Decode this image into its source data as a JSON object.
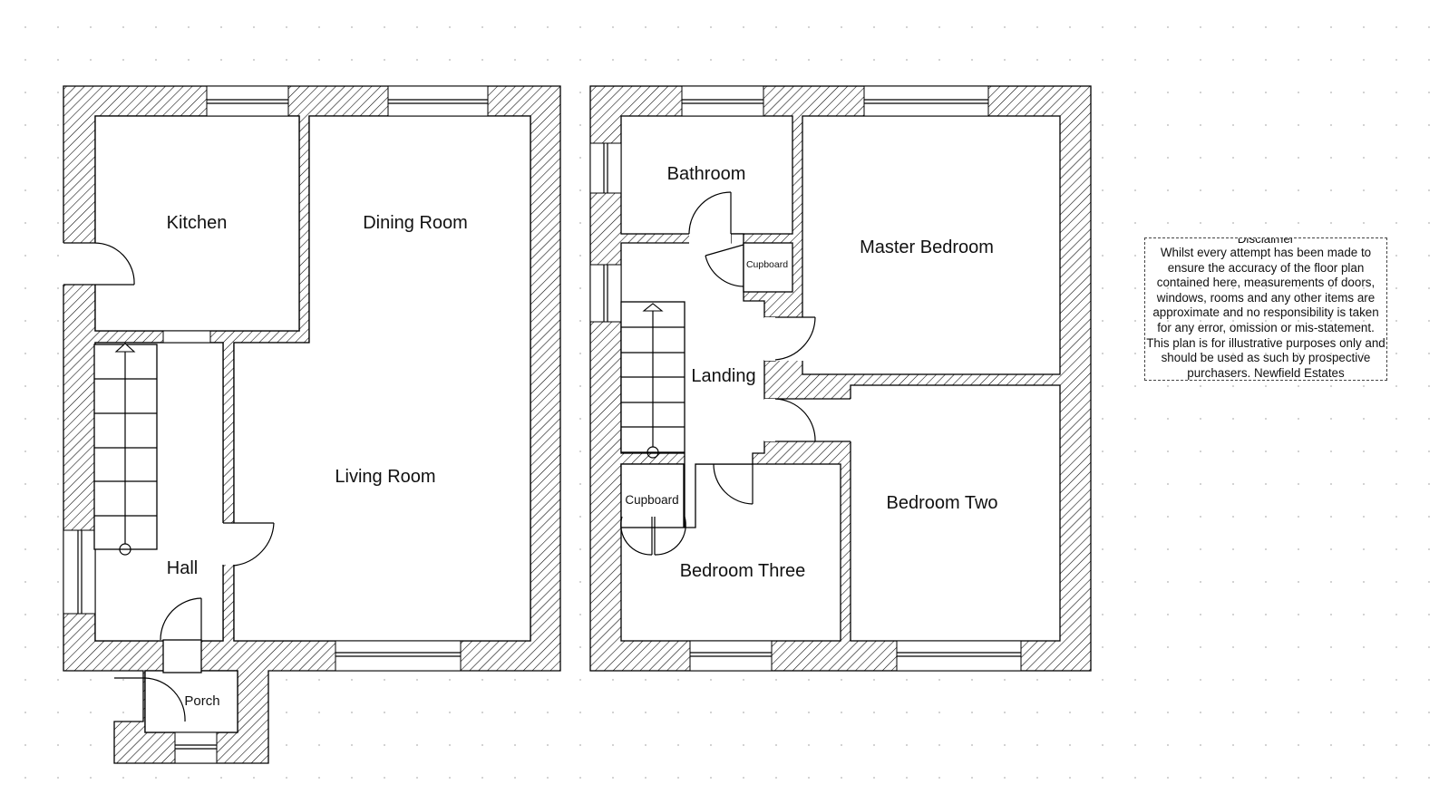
{
  "ground_floor": {
    "rooms": [
      "Kitchen",
      "Dining Room",
      "Living Room",
      "Hall",
      "Porch"
    ]
  },
  "first_floor": {
    "rooms": [
      "Bathroom",
      "Master Bedroom",
      "Landing",
      "Bedroom Two",
      "Bedroom Three"
    ],
    "cupboards": [
      "Cupboard",
      "Cupboard"
    ]
  },
  "disclaimer": {
    "title": "Disclaimer",
    "body": "Whilst every attempt has been made to ensure the accuracy of the floor plan contained here, measurements of doors, windows, rooms and any other items are approximate and no responsibility is taken for any error, omission or mis-statement. This plan is for illustrative purposes only and should be used as such by prospective purchasers. Newfield Estates"
  },
  "icons": [
    "stair-arrow-icon",
    "door-swing-icon",
    "window-icon"
  ]
}
